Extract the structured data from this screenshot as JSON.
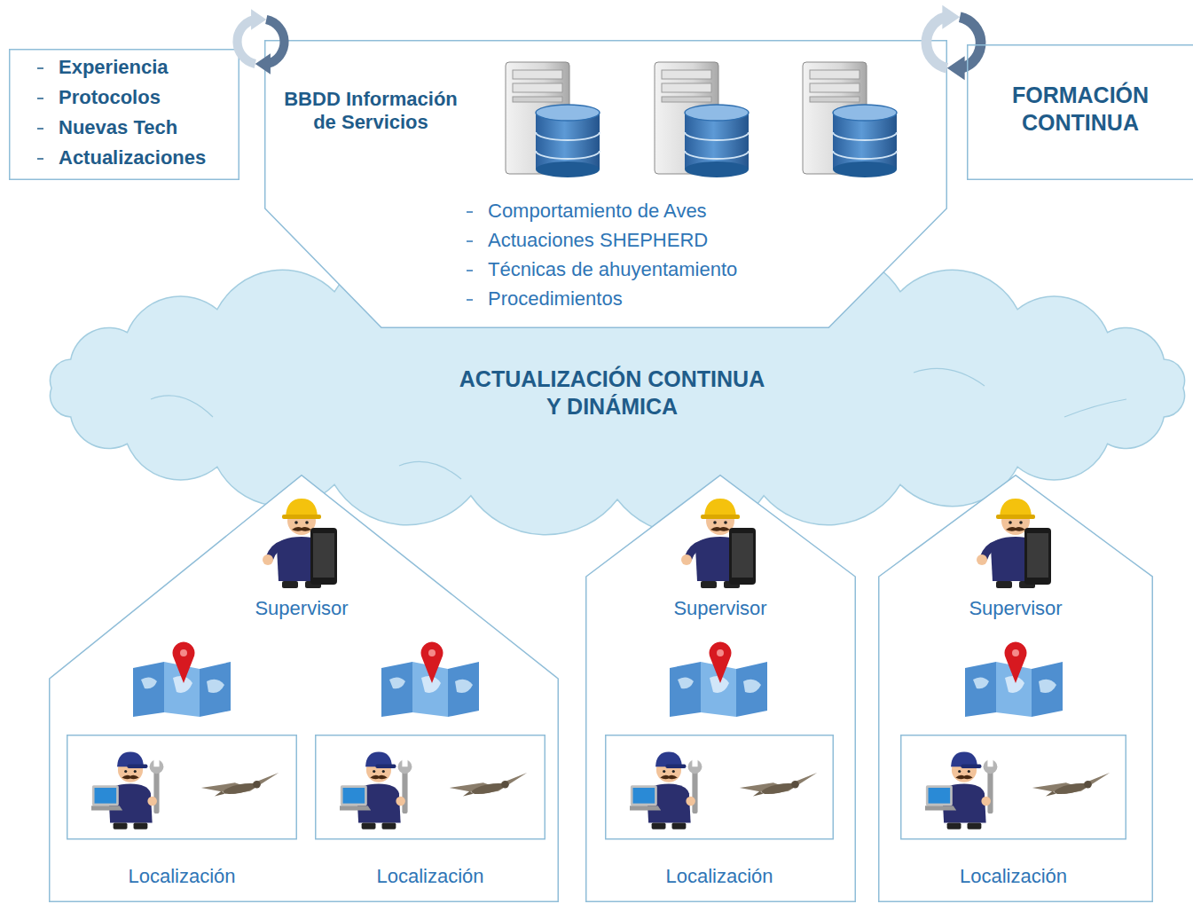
{
  "diagram": {
    "nodes": [
      {
        "text": [
          "Experiencia",
          "Protocolos",
          "Nuevas Tech",
          "Actualizaciones"
        ]
      },
      {
        "text": [
          "BBDD Información de Servicios",
          "Comportamiento de Aves",
          "Actuaciones SHEPHERD",
          "Técnicas de ahuyentamiento",
          "Procedimientos"
        ]
      },
      {
        "text": [
          "FORMACIÓN CONTINUA"
        ]
      },
      {
        "text": [
          "ACTUALIZACIÓN CONTINUA Y DINÁMICA"
        ]
      },
      {
        "text": [
          "Supervisor"
        ]
      },
      {
        "text": [
          "Localización"
        ],
        "in": 4
      },
      {
        "text": [
          "Localización"
        ],
        "in": 4
      },
      {
        "text": [
          "Supervisor"
        ]
      },
      {
        "text": [
          "Localización"
        ],
        "in": 7
      },
      {
        "text": [
          "Supervisor"
        ]
      },
      {
        "text": [
          "Localización"
        ],
        "in": 9
      }
    ]
  }
}
